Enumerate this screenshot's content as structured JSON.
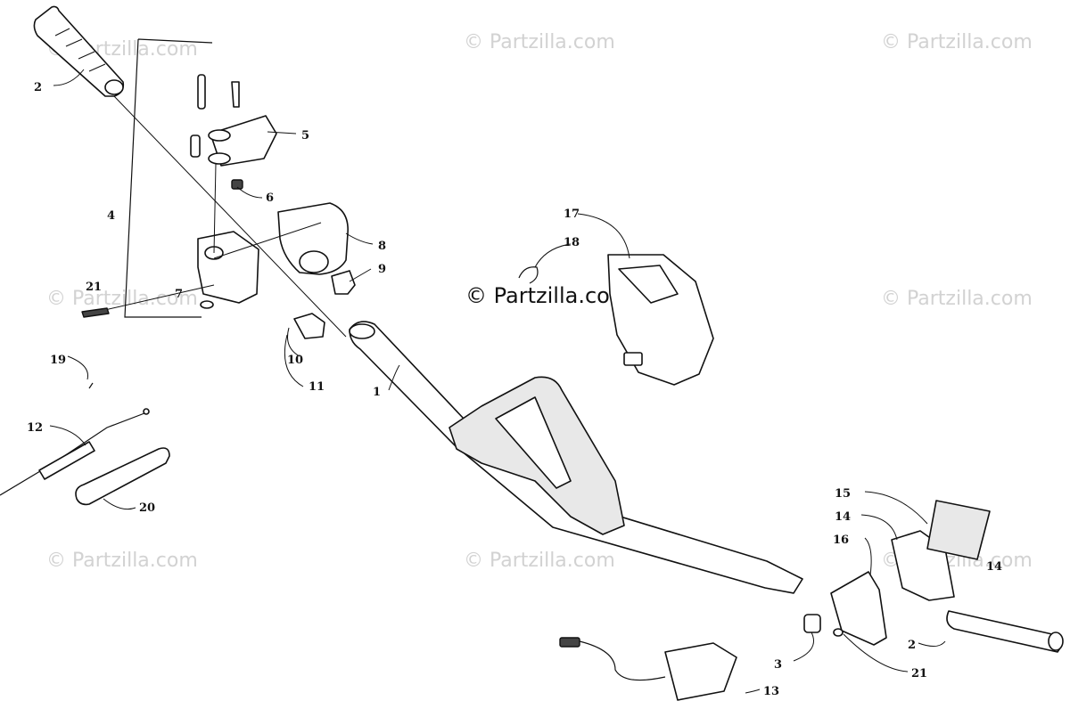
{
  "diagram": {
    "watermark_text": "© Partzilla.com",
    "callouts": [
      {
        "id": "c2a",
        "text": "2"
      },
      {
        "id": "c4",
        "text": "4"
      },
      {
        "id": "c5",
        "text": "5"
      },
      {
        "id": "c6",
        "text": "6"
      },
      {
        "id": "c8",
        "text": "8"
      },
      {
        "id": "c9",
        "text": "9"
      },
      {
        "id": "c21a",
        "text": "21"
      },
      {
        "id": "c7",
        "text": "7"
      },
      {
        "id": "c10",
        "text": "10"
      },
      {
        "id": "c11",
        "text": "11"
      },
      {
        "id": "c1",
        "text": "1"
      },
      {
        "id": "c17",
        "text": "17"
      },
      {
        "id": "c18",
        "text": "18"
      },
      {
        "id": "c19",
        "text": "19"
      },
      {
        "id": "c12",
        "text": "12"
      },
      {
        "id": "c20",
        "text": "20"
      },
      {
        "id": "c15",
        "text": "15"
      },
      {
        "id": "c14a",
        "text": "14"
      },
      {
        "id": "c14b",
        "text": "14"
      },
      {
        "id": "c16",
        "text": "16"
      },
      {
        "id": "c2b",
        "text": "2"
      },
      {
        "id": "c21b",
        "text": "21"
      },
      {
        "id": "c3",
        "text": "3"
      },
      {
        "id": "c13",
        "text": "13"
      }
    ]
  }
}
